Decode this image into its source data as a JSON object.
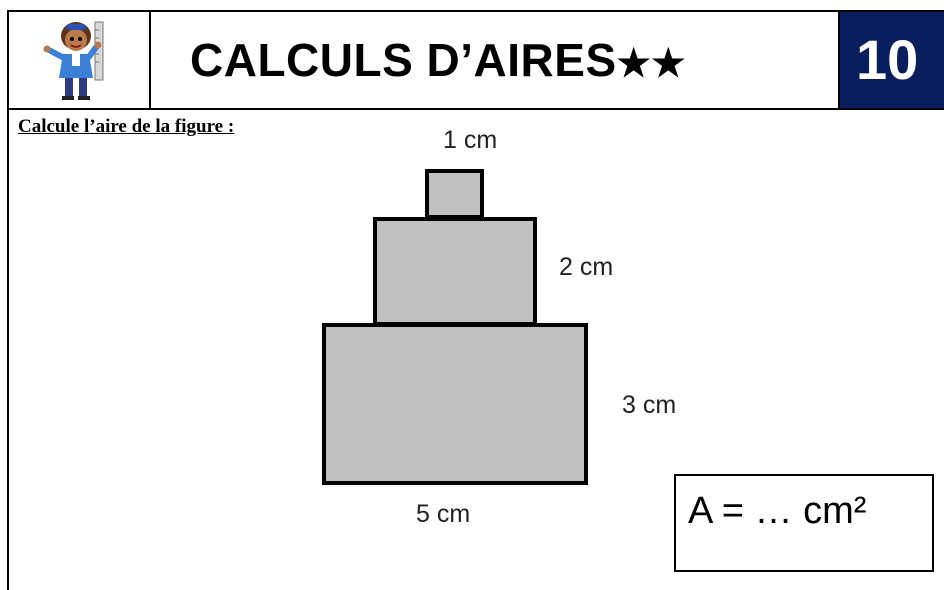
{
  "header": {
    "title": "CALCULS D’AIRES",
    "stars": "★★",
    "number": "10",
    "mascot_icon": "teacher-with-ruler-icon"
  },
  "instruction": "Calcule l’aire de la figure :",
  "figure": {
    "labels": {
      "top": "1 cm",
      "middle": "2 cm",
      "bottom_height": "3 cm",
      "bottom_width": "5 cm"
    },
    "fill_color": "#c0c0c0",
    "stroke_color": "#000000"
  },
  "answer": {
    "text": "A = … cm²"
  },
  "colors": {
    "number_box": "#0a1d5c",
    "text": "#000000"
  }
}
